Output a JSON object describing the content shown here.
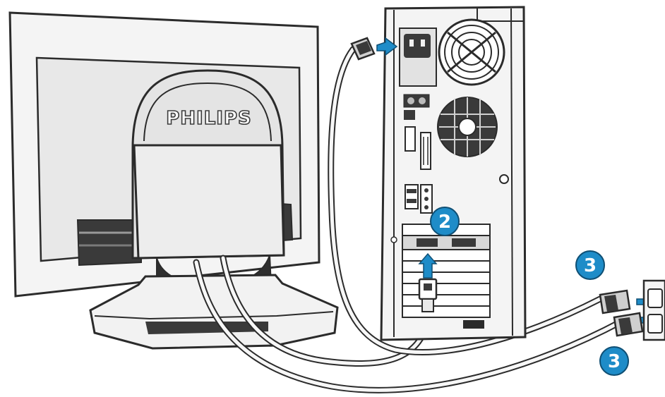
{
  "brand": {
    "logo_text": "PHILIPS"
  },
  "callouts": [
    {
      "id": "step-2",
      "label": "2"
    },
    {
      "id": "step-3-top",
      "label": "3"
    },
    {
      "id": "step-3-bottom",
      "label": "3"
    }
  ],
  "colors": {
    "outline": "#2b2b2b",
    "panel_light": "#f2f2f2",
    "panel_mid": "#bdbdbd",
    "panel_dark": "#3a3a3a",
    "callout_fill": "#1e8cc8",
    "arrow_fill": "#1e8cc8"
  },
  "icons": [
    "power-connector-icon",
    "vga-connector-icon",
    "wall-outlet-icon",
    "fan-grill-icon",
    "arrow-icon"
  ]
}
